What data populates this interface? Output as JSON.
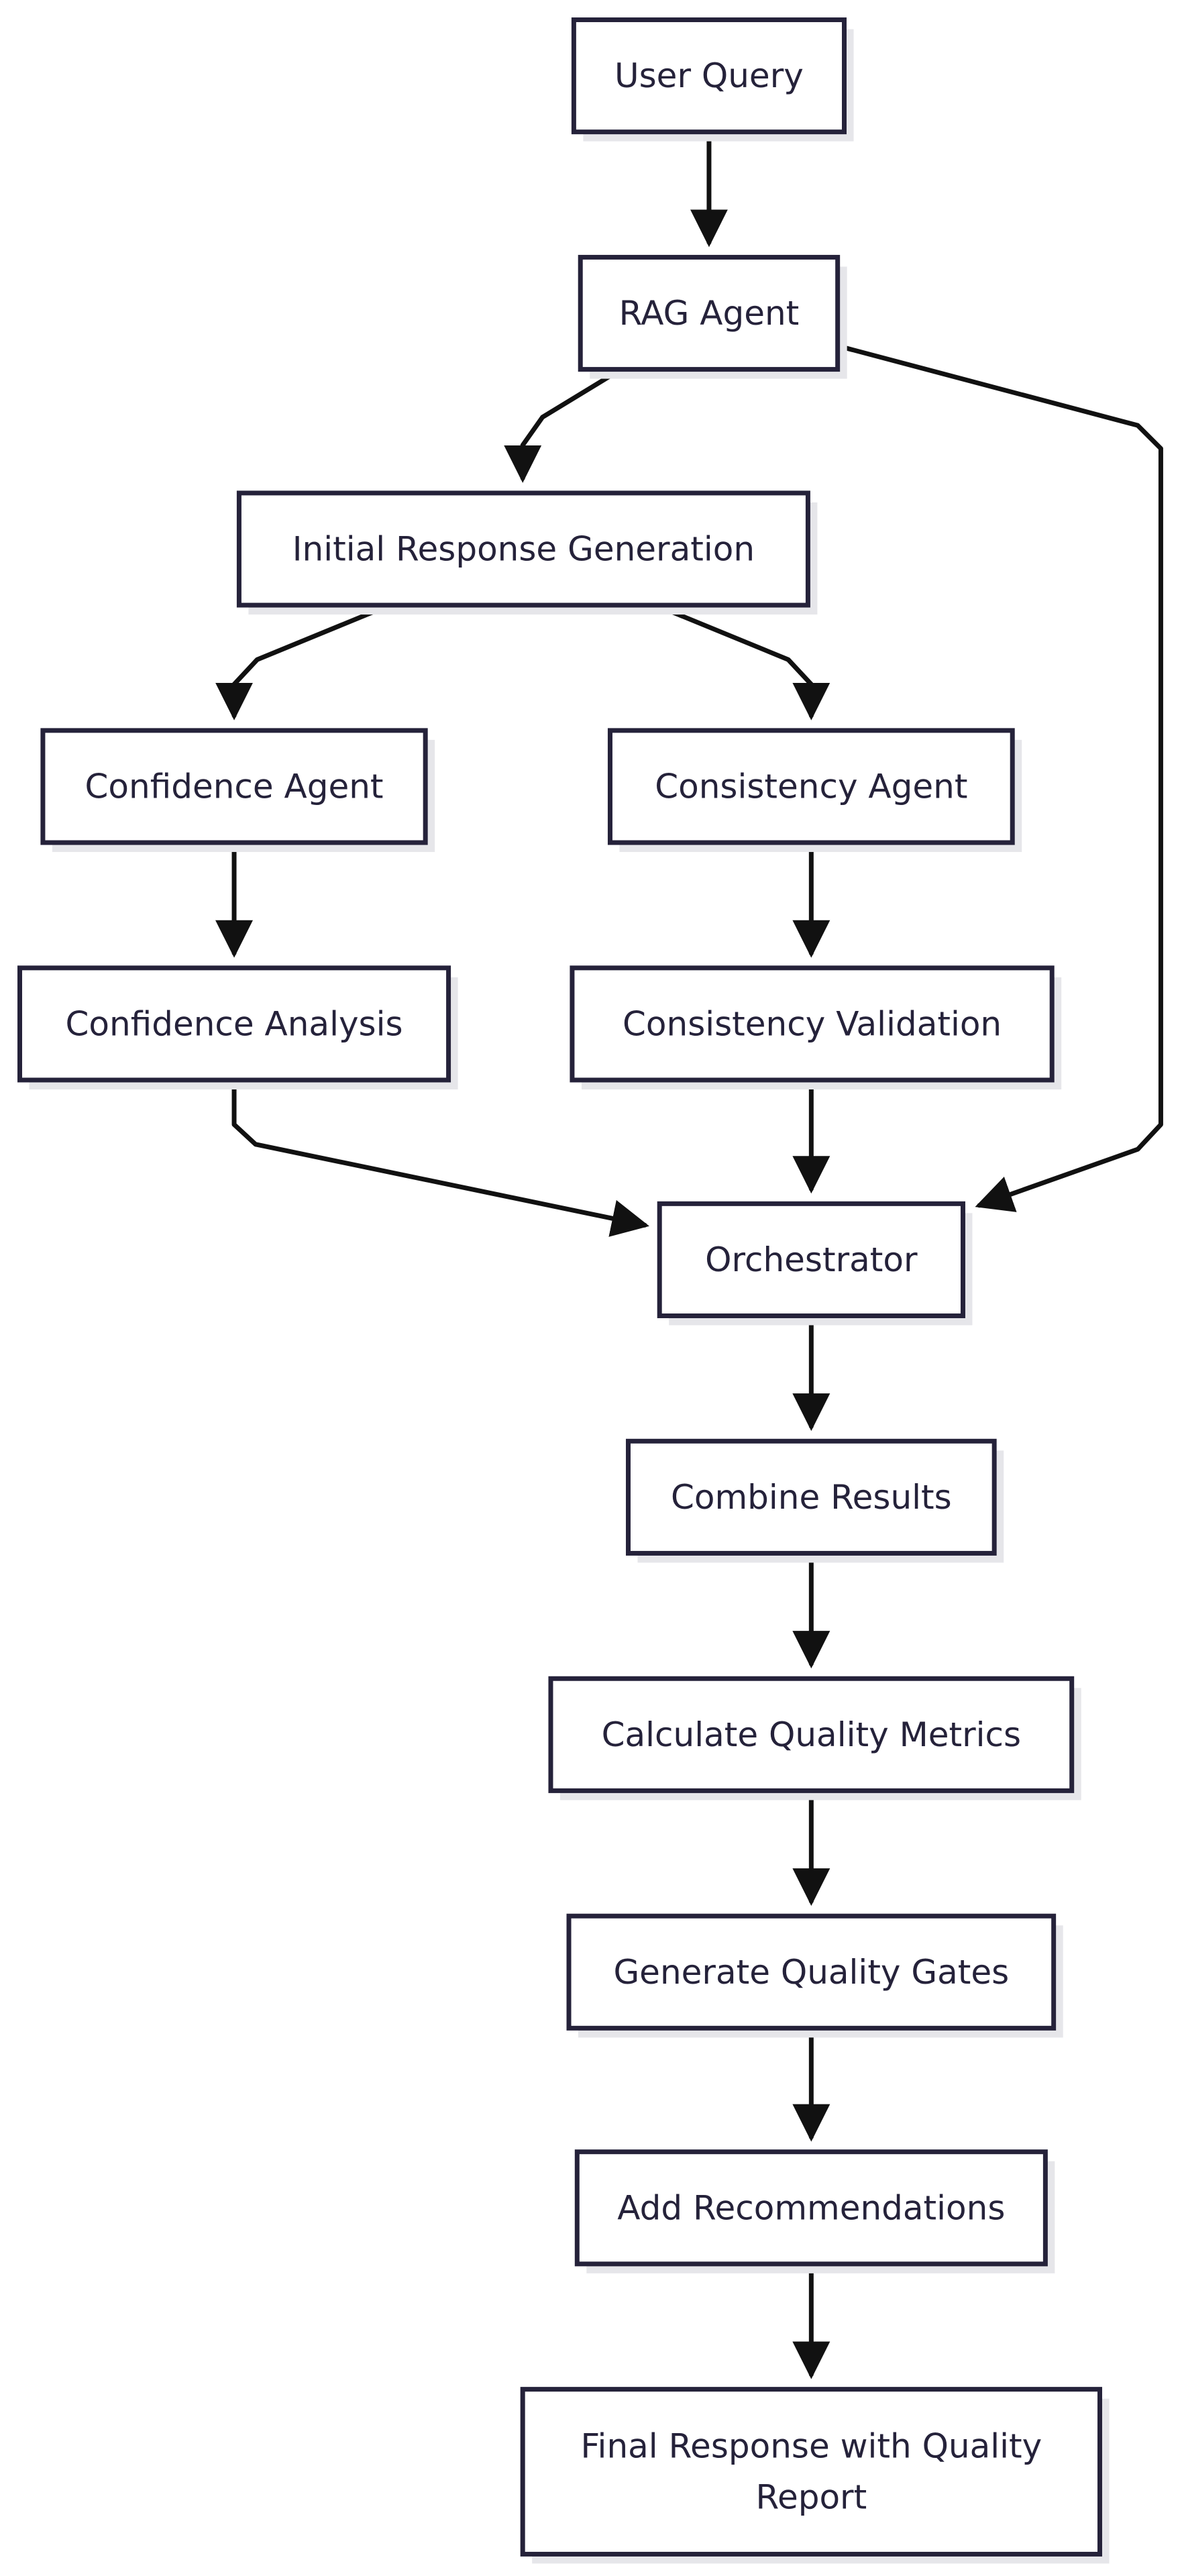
{
  "diagram": {
    "nodes": [
      {
        "id": "user_query",
        "lines": [
          "User Query"
        ]
      },
      {
        "id": "rag_agent",
        "lines": [
          "RAG Agent"
        ]
      },
      {
        "id": "initial_response",
        "lines": [
          "Initial Response Generation"
        ]
      },
      {
        "id": "confidence_agent",
        "lines": [
          "Confidence Agent"
        ]
      },
      {
        "id": "consistency_agent",
        "lines": [
          "Consistency Agent"
        ]
      },
      {
        "id": "confidence_analysis",
        "lines": [
          "Confidence Analysis"
        ]
      },
      {
        "id": "consistency_validation",
        "lines": [
          "Consistency Validation"
        ]
      },
      {
        "id": "orchestrator",
        "lines": [
          "Orchestrator"
        ]
      },
      {
        "id": "combine_results",
        "lines": [
          "Combine Results"
        ]
      },
      {
        "id": "calculate_metrics",
        "lines": [
          "Calculate Quality Metrics"
        ]
      },
      {
        "id": "quality_gates",
        "lines": [
          "Generate Quality Gates"
        ]
      },
      {
        "id": "recommendations",
        "lines": [
          "Add Recommendations"
        ]
      },
      {
        "id": "final_response",
        "lines": [
          "Final Response with Quality",
          "Report"
        ]
      }
    ],
    "edges": [
      {
        "from": "user_query",
        "to": "rag_agent"
      },
      {
        "from": "rag_agent",
        "to": "initial_response"
      },
      {
        "from": "rag_agent",
        "to": "orchestrator"
      },
      {
        "from": "initial_response",
        "to": "confidence_agent"
      },
      {
        "from": "initial_response",
        "to": "consistency_agent"
      },
      {
        "from": "confidence_agent",
        "to": "confidence_analysis"
      },
      {
        "from": "consistency_agent",
        "to": "consistency_validation"
      },
      {
        "from": "confidence_analysis",
        "to": "orchestrator"
      },
      {
        "from": "consistency_validation",
        "to": "orchestrator"
      },
      {
        "from": "orchestrator",
        "to": "combine_results"
      },
      {
        "from": "combine_results",
        "to": "calculate_metrics"
      },
      {
        "from": "calculate_metrics",
        "to": "quality_gates"
      },
      {
        "from": "quality_gates",
        "to": "recommendations"
      },
      {
        "from": "recommendations",
        "to": "final_response"
      }
    ]
  }
}
